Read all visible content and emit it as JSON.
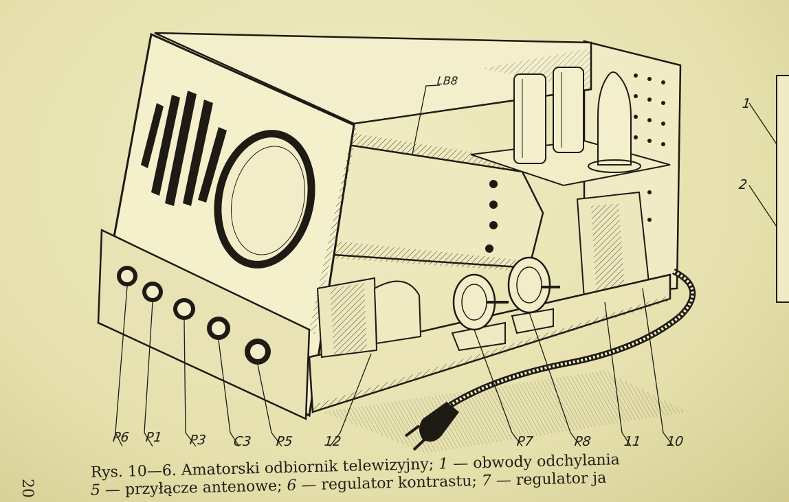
{
  "figure": {
    "tube_label": "LB8",
    "part_labels": [
      "P6",
      "P1",
      "P3",
      "C3",
      "P5",
      "12",
      "P7",
      "P8",
      "11",
      "10"
    ],
    "side_labels": [
      "1",
      "2"
    ]
  },
  "caption": {
    "line1_prefix": "Rys. 10—6. Amatorski odbiornik telewizyjny; ",
    "line1_num": "1",
    "line1_rest": " — obwody odchylania",
    "line2_num1": "5",
    "line2_text1": " — przyłącze antenowe; ",
    "line2_num2": "6",
    "line2_text2": " — regulator kontrastu; ",
    "line2_num3": "7",
    "line2_text3": " — regulator ja"
  },
  "page_number": "20"
}
